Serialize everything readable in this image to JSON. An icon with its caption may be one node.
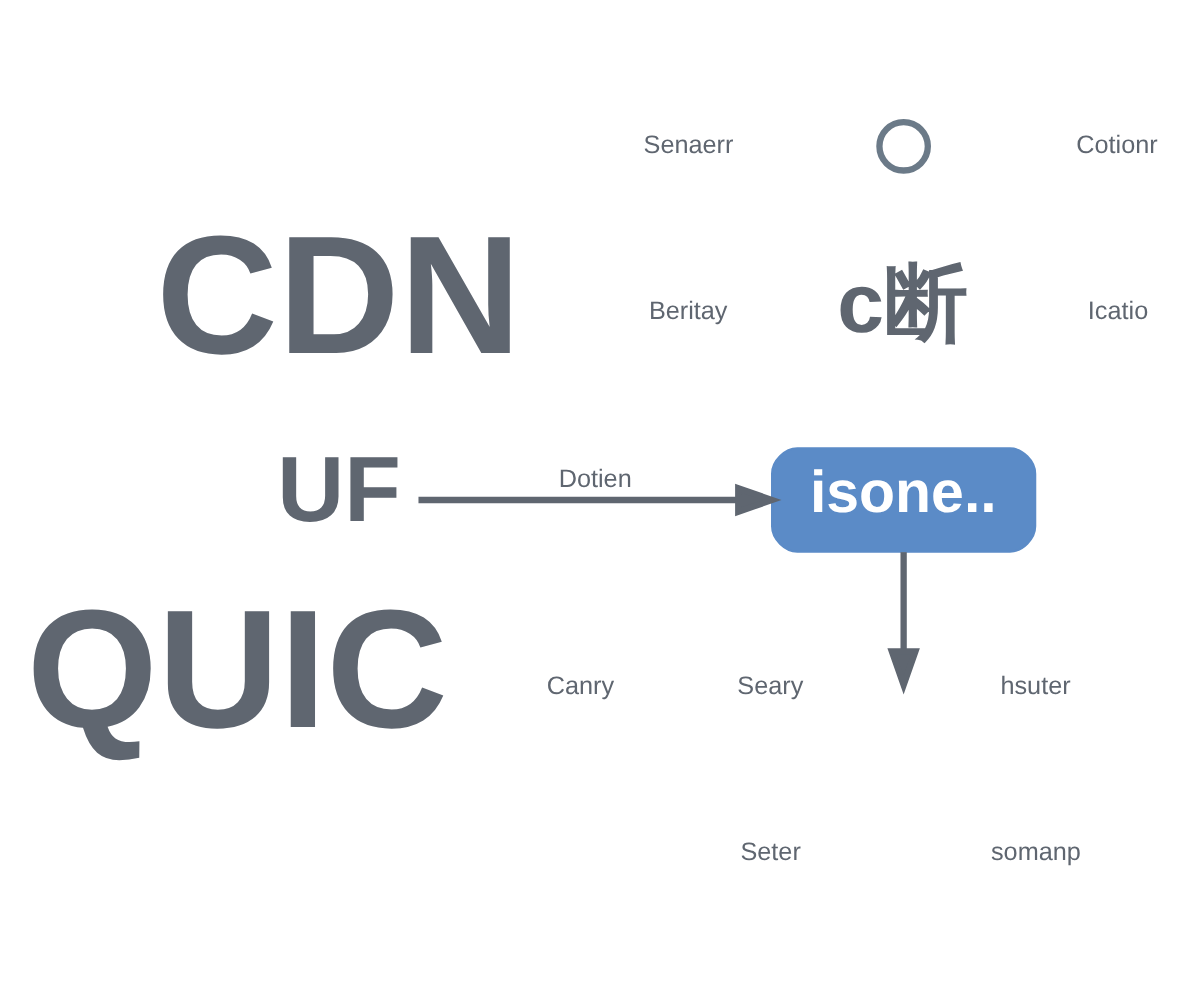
{
  "diagram": {
    "nodes": [
      {
        "text": [
          "UF"
        ]
      },
      {
        "text": [],
        "shape": "circle"
      },
      {
        "text": [
          "c断"
        ]
      },
      {
        "text": [
          "isone.."
        ]
      }
    ],
    "edges": [
      {
        "from": 0,
        "to": 3,
        "arrow": "to",
        "label": "Dotien"
      },
      {
        "from": 3,
        "to": null,
        "arrow": "to"
      }
    ],
    "labels": [
      "CDN",
      "Senaerr",
      "Cotionr",
      "Beritay",
      "Icatio",
      "Canry",
      "QUIC",
      "Seary",
      "hsuter",
      "Seter",
      "somanp"
    ]
  }
}
